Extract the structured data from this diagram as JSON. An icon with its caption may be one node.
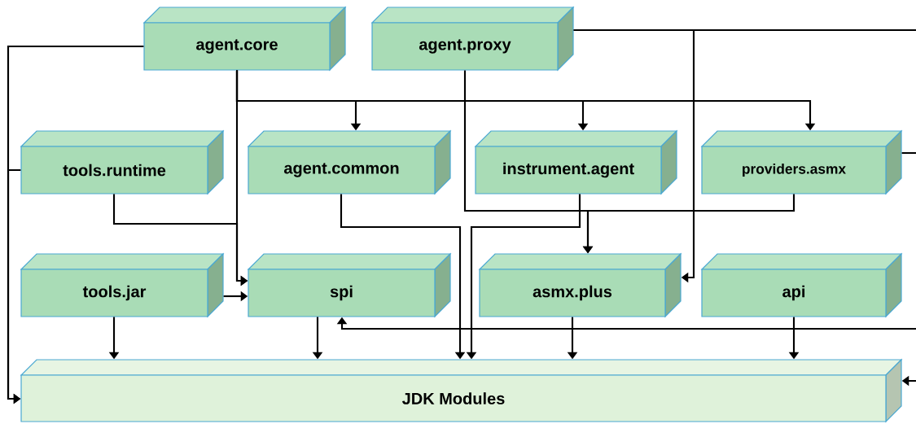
{
  "diagram": {
    "nodes": [
      {
        "text": [
          "agent.core"
        ]
      },
      {
        "text": [
          "agent.proxy"
        ]
      },
      {
        "text": [
          "tools.runtime"
        ]
      },
      {
        "text": [
          "agent.common"
        ]
      },
      {
        "text": [
          "instrument.agent"
        ]
      },
      {
        "text": [
          "providers.asmx"
        ]
      },
      {
        "text": [
          "tools.jar"
        ]
      },
      {
        "text": [
          "spi"
        ]
      },
      {
        "text": [
          "asmx.plus"
        ]
      },
      {
        "text": [
          "api"
        ]
      },
      {
        "text": [
          "JDK Modules"
        ]
      }
    ],
    "edges": [
      {
        "from": 0,
        "to": 10,
        "arrow": "to"
      },
      {
        "from": 2,
        "to": 10,
        "arrow": "to"
      },
      {
        "from": 0,
        "to": 3,
        "arrow": "to"
      },
      {
        "from": 0,
        "to": 4,
        "arrow": "to"
      },
      {
        "from": 0,
        "to": 5,
        "arrow": "to"
      },
      {
        "from": 0,
        "to": 7,
        "arrow": "to"
      },
      {
        "from": 2,
        "to": 7,
        "arrow": "to"
      },
      {
        "from": 6,
        "to": 7,
        "arrow": "to"
      },
      {
        "from": 6,
        "to": 10,
        "arrow": "to"
      },
      {
        "from": 7,
        "to": 10,
        "arrow": "to"
      },
      {
        "from": 8,
        "to": 10,
        "arrow": "to"
      },
      {
        "from": 9,
        "to": 10,
        "arrow": "to"
      },
      {
        "from": 3,
        "to": 10,
        "arrow": "to"
      },
      {
        "from": 4,
        "to": 10,
        "arrow": "to"
      },
      {
        "from": 1,
        "to": 8,
        "arrow": "to"
      },
      {
        "from": 5,
        "to": 8,
        "arrow": "to"
      },
      {
        "from": 1,
        "to": 8,
        "arrow": "to"
      },
      {
        "from": 1,
        "to": null,
        "arrow": "none"
      },
      {
        "from": 5,
        "to": null,
        "arrow": "none"
      },
      {
        "from": null,
        "to": 7,
        "arrow": "to"
      },
      {
        "from": null,
        "to": 10,
        "arrow": "to"
      }
    ]
  }
}
